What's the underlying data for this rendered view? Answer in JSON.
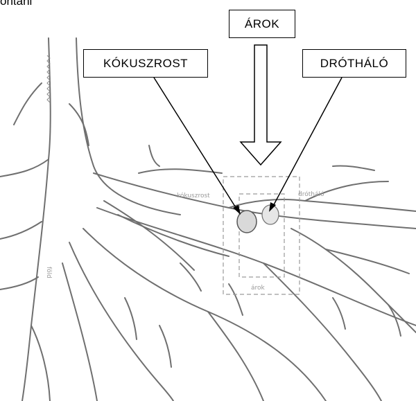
{
  "header_fragment": "ontani",
  "labels": {
    "arok": "ÁROK",
    "kokuszrost": "KÓKUSZROST",
    "drothalo": "DRÓTHÁLÓ"
  },
  "sketch_labels": {
    "kokuszrost_small": "kókuszrost",
    "drothalo_small": "drótháló",
    "arok_small": "árok",
    "side_text": "föld"
  }
}
